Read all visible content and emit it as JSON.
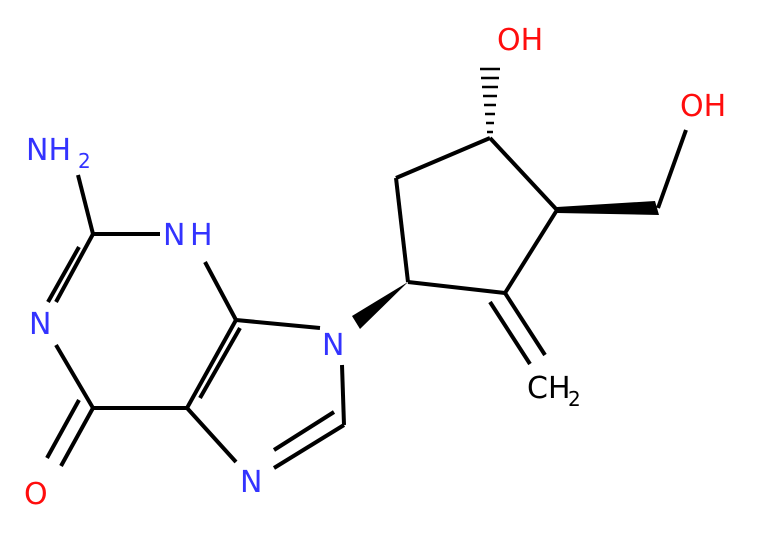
{
  "molecule": {
    "labels": {
      "amino": "NH",
      "amino_sub": "2",
      "n_top": "N",
      "n_top_h": "H",
      "n_left": "N",
      "n_center": "N",
      "n_bottom": "N",
      "oxygen": "O",
      "oh_top": "OH",
      "oh_right": "OH",
      "methylene": "CH",
      "methylene_sub": "2"
    },
    "colors": {
      "nitrogen": "#3333ff",
      "oxygen": "#ff0d0d",
      "carbon": "#000000"
    }
  }
}
